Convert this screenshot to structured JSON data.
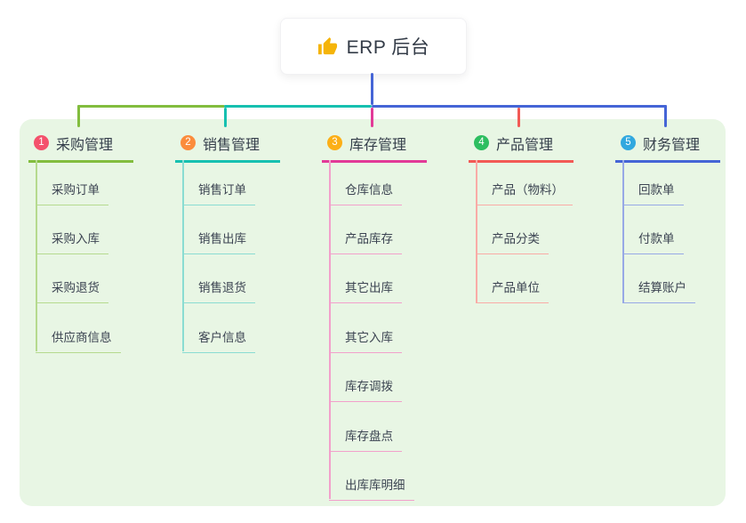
{
  "root": {
    "title": "ERP 后台",
    "icon": "thumbs-up-icon",
    "icon_color": "#f5b40a",
    "connector_color": "#4565d6"
  },
  "panel": {
    "background": "#e8f6e4"
  },
  "branches": [
    {
      "badge": "1",
      "badge_color": "#f4516c",
      "line_color": "#82bd3e",
      "child_line_color": "#b5da8e",
      "label": "采购管理",
      "children": [
        "采购订单",
        "采购入库",
        "采购退货",
        "供应商信息"
      ]
    },
    {
      "badge": "2",
      "badge_color": "#fb8c3c",
      "line_color": "#16c0b0",
      "child_line_color": "#8adcd2",
      "label": "销售管理",
      "children": [
        "销售订单",
        "销售出库",
        "销售退货",
        "客户信息"
      ]
    },
    {
      "badge": "3",
      "badge_color": "#fcaf17",
      "line_color": "#e23a97",
      "child_line_color": "#f2a0cb",
      "label": "库存管理",
      "children": [
        "仓库信息",
        "产品库存",
        "其它出库",
        "其它入库",
        "库存调拨",
        "库存盘点",
        "出库库明细"
      ]
    },
    {
      "badge": "4",
      "badge_color": "#2dbe60",
      "line_color": "#f25a55",
      "child_line_color": "#f9aba6",
      "label": "产品管理",
      "children": [
        "产品（物料）",
        "产品分类",
        "产品单位"
      ]
    },
    {
      "badge": "5",
      "badge_color": "#31a8df",
      "line_color": "#4565d6",
      "child_line_color": "#97a9e6",
      "label": "财务管理",
      "children": [
        "回款单",
        "付款单",
        "结算账户"
      ]
    }
  ]
}
